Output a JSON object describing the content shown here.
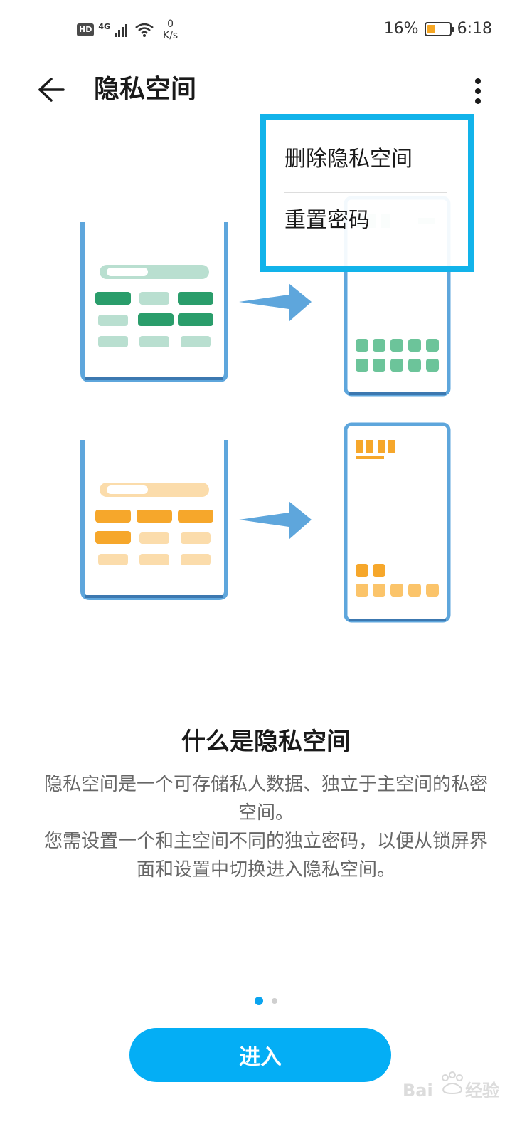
{
  "status_bar": {
    "hd": "HD",
    "network": "4G",
    "speed_value": "0",
    "speed_unit": "K/s",
    "battery_percent_text": "16%",
    "battery_level": 0.16,
    "time": "6:18"
  },
  "header": {
    "title": "隐私空间"
  },
  "menu": {
    "items": [
      "删除隐私空间",
      "重置密码"
    ]
  },
  "content": {
    "heading": "什么是隐私空间",
    "paragraph1": "隐私空间是一个可存储私人数据、独立于主空间的私密空间。",
    "paragraph2": "您需设置一个和主空间不同的独立密码，以便从锁屏界面和设置中切换进入隐私空间。"
  },
  "pager": {
    "total": 2,
    "current": 1
  },
  "actions": {
    "enter_label": "进入"
  },
  "colors": {
    "accent": "#04aef5",
    "highlight_border": "#12b3ea",
    "illustration_blue": "#5ea6dc",
    "green_dark": "#2a9d6b",
    "green_light": "#b9dfd0",
    "green_mid": "#6cc49a",
    "orange_dark": "#f6a72b",
    "orange_light": "#fbdcab"
  }
}
